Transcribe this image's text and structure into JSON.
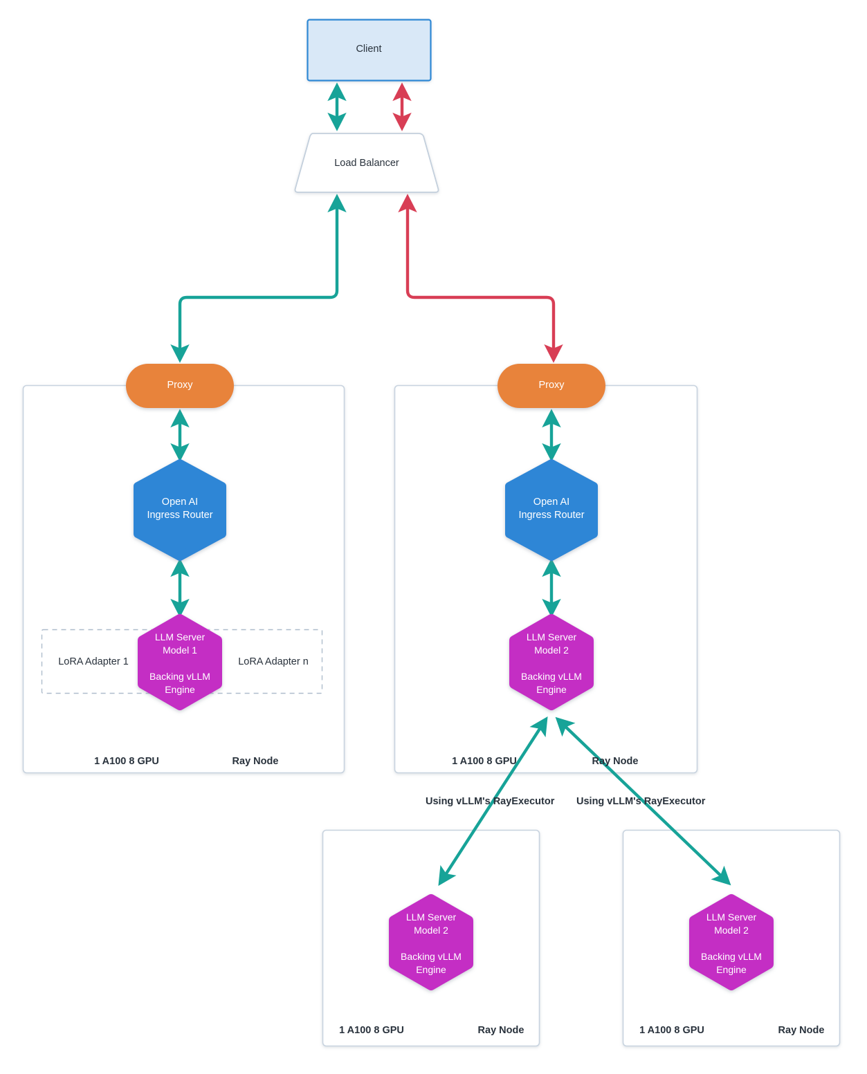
{
  "diagram": {
    "title": "Ray Serve LLM Multi-Model Deployment Architecture",
    "colors": {
      "client_fill": "#D9E8F7",
      "client_stroke": "#2F88D4",
      "load_balancer_stroke": "#C3CFDC",
      "proxy_fill": "#E8833A",
      "router_fill": "#2E86D6",
      "llm_fill": "#C42FC4",
      "node_box_stroke": "#C8D3DF",
      "lora_box_stroke": "#AEBCCC",
      "arrow_green": "#17A398",
      "arrow_red": "#D83E55",
      "text_dark": "#29323C",
      "text_white": "#FFFFFF"
    }
  },
  "nodes": {
    "client": {
      "label": "Client"
    },
    "load_balancer": {
      "label": "Load Balancer"
    },
    "proxy_left": {
      "label": "Proxy"
    },
    "proxy_right": {
      "label": "Proxy"
    },
    "router_left": {
      "label": "Open AI\nIngress Router"
    },
    "router_right": {
      "label": "Open AI\nIngress Router"
    },
    "llm_left": {
      "label": "LLM Server\nModel 1\n\nBacking vLLM\nEngine"
    },
    "llm_right": {
      "label": "LLM Server\nModel 2\n\nBacking vLLM\nEngine"
    },
    "llm_worker_left": {
      "label": "LLM Server\nModel 2\n\nBacking vLLM\nEngine"
    },
    "llm_worker_right": {
      "label": "LLM Server\nModel 2\n\nBacking vLLM\nEngine"
    },
    "lora_adapter_first": {
      "label": "LoRA Adapter 1"
    },
    "lora_adapter_last": {
      "label": "LoRA Adapter n"
    }
  },
  "ray_nodes": [
    {
      "id": "ray-node-1",
      "gpu_label": "1 A100 8 GPU",
      "node_label": "Ray Node"
    },
    {
      "id": "ray-node-2",
      "gpu_label": "1 A100 8 GPU",
      "node_label": "Ray Node"
    },
    {
      "id": "ray-node-3",
      "gpu_label": "1 A100 8 GPU",
      "node_label": "Ray Node"
    },
    {
      "id": "ray-node-4",
      "gpu_label": "1 A100 8 GPU",
      "node_label": "Ray Node"
    }
  ],
  "edge_labels": {
    "ray_executor_left": "Using vLLM's RayExecutor",
    "ray_executor_right": "Using vLLM's RayExecutor"
  }
}
